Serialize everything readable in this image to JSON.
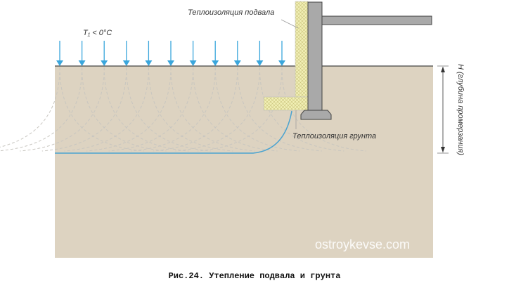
{
  "labels": {
    "temperature": "T₁ < 0°C",
    "basement_insulation": "Теплоизоляция подвала",
    "ground_insulation": "Теплоизоляция грунта",
    "depth": "H (глубина промерзания)"
  },
  "caption": "Рис.24. Утепление подвала и грунта",
  "watermark": "ostroykevse.com",
  "colors": {
    "soil": "#ddd3c1",
    "arrow": "#3aa6dc",
    "frost_line": "#4aa3d0",
    "concrete": "#a9a9a9",
    "insulation": "#f1efb5"
  }
}
